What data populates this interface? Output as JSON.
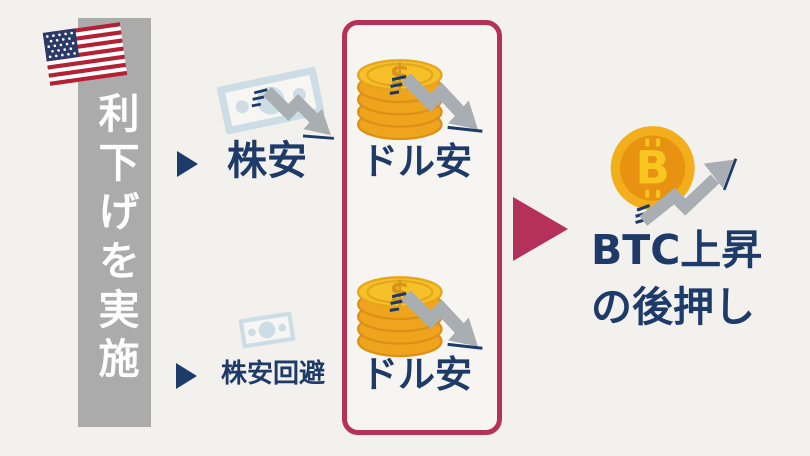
{
  "diagram": {
    "cause": {
      "label": "利下げを実施"
    },
    "top_path": {
      "step1": "株安",
      "step2": "ドル安"
    },
    "bottom_path": {
      "step1": "株安回避",
      "step2": "ドル安"
    },
    "result": {
      "line1": "BTC上昇",
      "line2": "の後押し"
    }
  },
  "icons": {
    "dollar_sign": "$",
    "bitcoin_sign": "B"
  },
  "colors": {
    "background": "#f3f1ed",
    "bar_gray": "#ababab",
    "text_navy": "#1d3a69",
    "accent_crimson": "#b5305b",
    "coin_gold_face": "#f6c128",
    "coin_gold_side": "#efa41e",
    "bill_blue": "#cddde6",
    "arrow_gray": "#a9aeb3",
    "flag_red": "#b22234",
    "flag_canton": "#2b3a67"
  }
}
